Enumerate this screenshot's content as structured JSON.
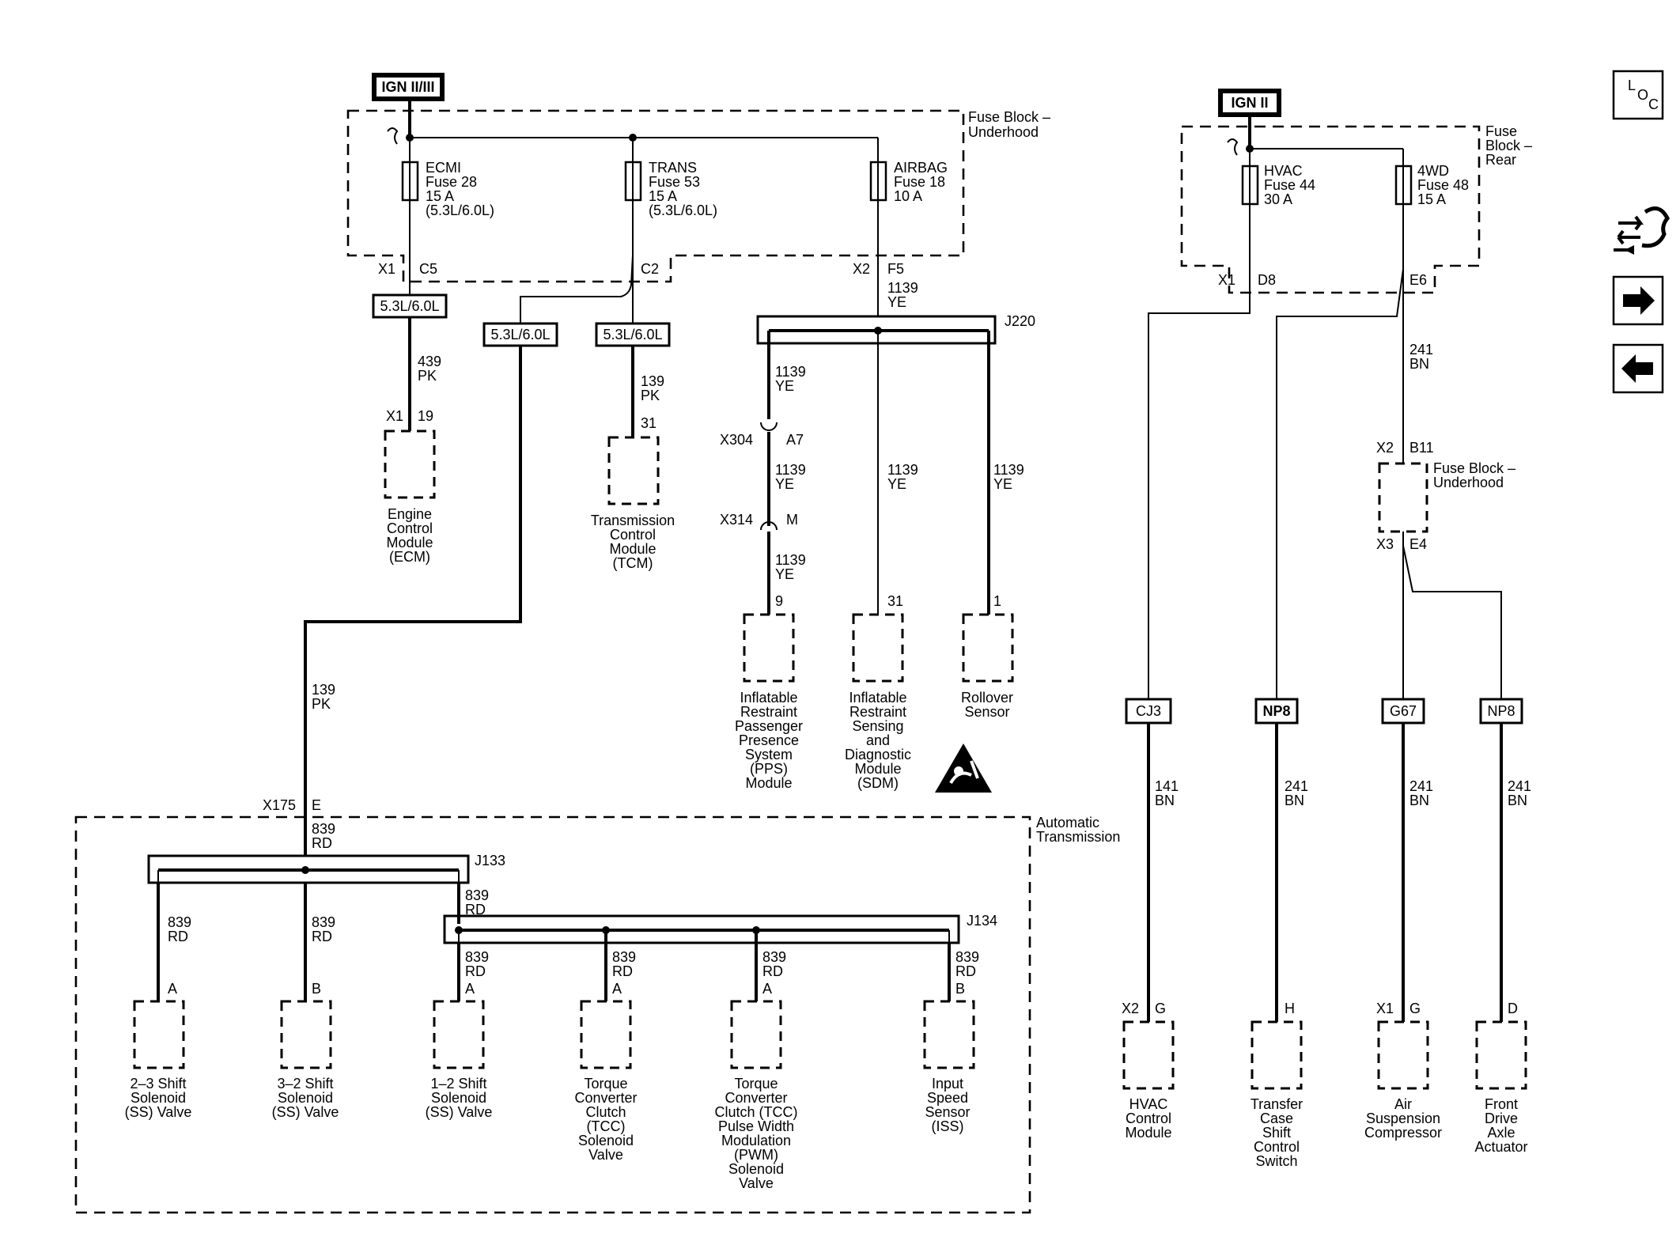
{
  "ign_main": "IGN II/III",
  "ign_rear": "IGN II",
  "loc_icon": {
    "l": "L",
    "o": "O",
    "c": "C"
  },
  "fuse_block_underhood": [
    "Fuse Block –",
    "Underhood"
  ],
  "fuse_block_rear": [
    "Fuse",
    "Block –",
    "Rear"
  ],
  "fuse_ecmi": [
    "ECMI",
    "Fuse 28",
    "15 A",
    "(5.3L/6.0L)"
  ],
  "fuse_trans": [
    "TRANS",
    "Fuse 53",
    "15 A",
    "(5.3L/6.0L)"
  ],
  "fuse_airbag": [
    "AIRBAG",
    "Fuse 18",
    "10 A"
  ],
  "fuse_hvac": [
    "HVAC",
    "Fuse 44",
    "30 A"
  ],
  "fuse_4wd": [
    "4WD",
    "Fuse 48",
    "15 A"
  ],
  "conn": {
    "x1": "X1",
    "c5": "C5",
    "c2": "C2",
    "x2": "X2",
    "f5": "F5",
    "x1_ecm": "X1",
    "pin19": "19",
    "pin31_tcm": "31",
    "x304": "X304",
    "a7": "A7",
    "x314": "X314",
    "m": "M",
    "pin9": "9",
    "pin31_sdm": "31",
    "pin1": "1",
    "x175": "X175",
    "e": "E",
    "x1r": "X1",
    "d8": "D8",
    "e6": "E6",
    "x2r": "X2",
    "b11": "B11",
    "x3": "X3",
    "e4": "E4",
    "a1": "A",
    "b1": "B",
    "a2": "A",
    "a3": "A",
    "a4": "A",
    "b2": "B",
    "x2g": "X2",
    "g1": "G",
    "h": "H",
    "x1g": "X1",
    "g2": "G",
    "d": "D"
  },
  "option_box": "5.3L/6.0L",
  "splice": {
    "j220": "J220",
    "j133": "J133",
    "j134": "J134"
  },
  "wires": {
    "w439": [
      "439",
      "PK"
    ],
    "w139a": [
      "139",
      "PK"
    ],
    "w139b": [
      "139",
      "PK"
    ],
    "w1139": [
      "1139",
      "YE"
    ],
    "w839": [
      "839",
      "RD"
    ],
    "w241": [
      "241",
      "BN"
    ],
    "w141": [
      "141",
      "BN"
    ]
  },
  "fuse_underhood_2": [
    "Fuse Block –",
    "Underhood"
  ],
  "auto_trans": [
    "Automatic",
    "Transmission"
  ],
  "codes": {
    "cj3": "CJ3",
    "np8a": "NP8",
    "g67": "G67",
    "np8b": "NP8"
  },
  "components": {
    "ecm": [
      "Engine",
      "Control",
      "Module",
      "(ECM)"
    ],
    "tcm": [
      "Transmission",
      "Control",
      "Module",
      "(TCM)"
    ],
    "pps": [
      "Inflatable",
      "Restraint",
      "Passenger",
      "Presence",
      "System",
      "(PPS)",
      "Module"
    ],
    "sdm": [
      "Inflatable",
      "Restraint",
      "Sensing",
      "and",
      "Diagnostic",
      "Module",
      "(SDM)"
    ],
    "rollover": [
      "Rollover",
      "Sensor"
    ],
    "ss23": [
      "2–3 Shift",
      "Solenoid",
      "(SS) Valve"
    ],
    "ss32": [
      "3–2 Shift",
      "Solenoid",
      "(SS) Valve"
    ],
    "ss12": [
      "1–2 Shift",
      "Solenoid",
      "(SS) Valve"
    ],
    "tcc": [
      "Torque",
      "Converter",
      "Clutch",
      "(TCC)",
      "Solenoid",
      "Valve"
    ],
    "pwm": [
      "Torque",
      "Converter",
      "Clutch (TCC)",
      "Pulse Width",
      "Modulation",
      "(PWM)",
      "Solenoid",
      "Valve"
    ],
    "iss": [
      "Input",
      "Speed",
      "Sensor",
      "(ISS)"
    ],
    "hvac": [
      "HVAC",
      "Control",
      "Module"
    ],
    "tcase": [
      "Transfer",
      "Case",
      "Shift",
      "Control",
      "Switch"
    ],
    "air": [
      "Air",
      "Suspension",
      "Compressor"
    ],
    "front": [
      "Front",
      "Drive",
      "Axle",
      "Actuator"
    ]
  },
  "nav": {
    "next": "next-page-icon",
    "prev": "previous-page-icon",
    "component": "component-view-icon"
  }
}
